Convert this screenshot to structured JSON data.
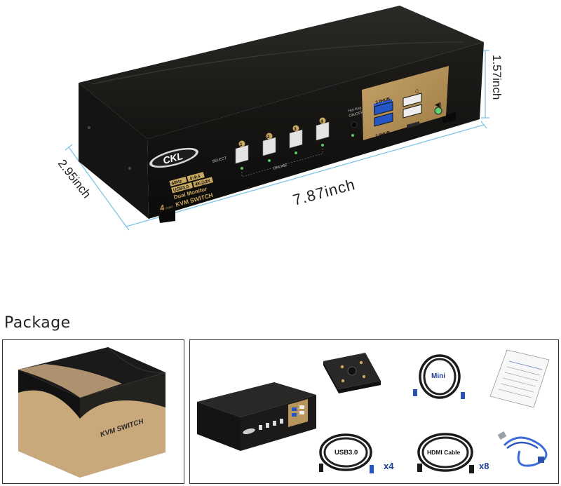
{
  "device": {
    "brand": "CKL",
    "select_label": "SELECT",
    "online_label": "ONLINE",
    "port_numbers": [
      "1",
      "2",
      "3",
      "4"
    ],
    "hotkey_label_1": "Hot Key",
    "hotkey_label_2": "ON/OFF",
    "usb30_hub_label": "3.0HUB",
    "usb20_hub_label": "2.0HUB",
    "spec_1a": "60Hz",
    "spec_1b": "4:4:4",
    "spec_2a": "USB3.0",
    "spec_2b": "4K@2K",
    "spec_3": "Dual Monitor",
    "spec_4_port": "4",
    "spec_4_port_word": "PORT",
    "spec_4": "KVM SWITCH"
  },
  "dimensions": {
    "height": "1.57inch",
    "width": "7.87inch",
    "depth": "2.95inch"
  },
  "package": {
    "title": "Package",
    "box_label": "KVM SWITCH",
    "items": {
      "mini_cable": "Mini",
      "usb_cable": "USB3.0",
      "usb_qty": "x4",
      "hdmi_cable": "HDMI Cable",
      "hdmi_qty": "x8"
    }
  },
  "colors": {
    "device_body": "#1c1a17",
    "gold_panel": "#b8955a",
    "dimension_line": "#7fc4e6",
    "box_kraft": "#c9a97c"
  }
}
